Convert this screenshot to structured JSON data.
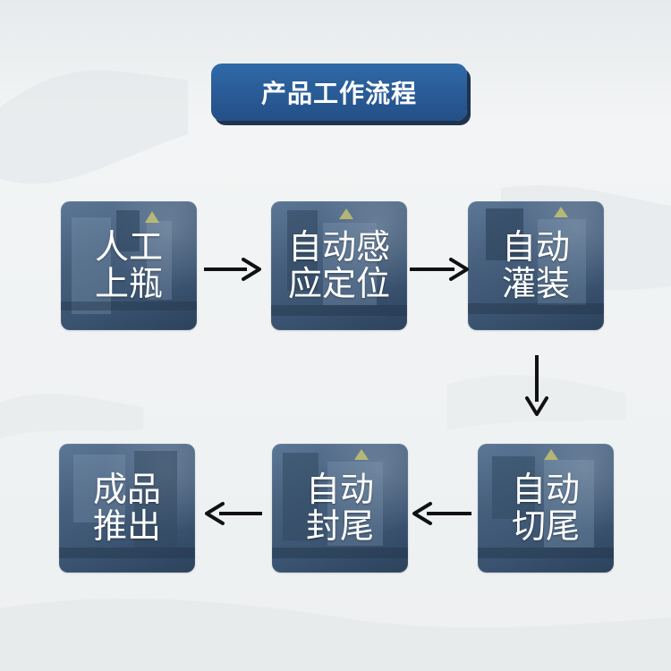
{
  "title": "产品工作流程",
  "steps": [
    {
      "line1": "人工",
      "line2": "上瓶"
    },
    {
      "line1": "自动感",
      "line2": "应定位"
    },
    {
      "line1": "自动",
      "line2": "灌装"
    },
    {
      "line1": "自动",
      "line2": "切尾"
    },
    {
      "line1": "自动",
      "line2": "封尾"
    },
    {
      "line1": "成品",
      "line2": "推出"
    }
  ],
  "colors": {
    "title_bg": "#2a5d97",
    "title_text": "#ffffff",
    "tile_bg": "#4a6584",
    "arrow": "#111111",
    "page_bg": "#eef0f1"
  }
}
